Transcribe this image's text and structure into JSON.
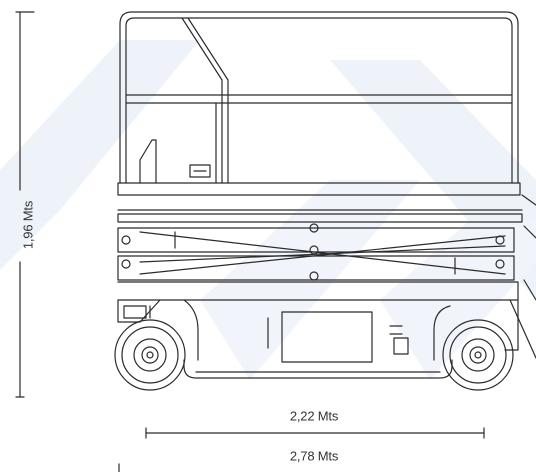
{
  "dimensions": {
    "height_label": "1,96 Mts",
    "width_inner_label": "2,22 Mts",
    "width_outer_label": "2,78 Mts"
  },
  "colors": {
    "line": "#2b2b2b",
    "watermark": "#eef3fa",
    "dimension_text": "#333333"
  }
}
